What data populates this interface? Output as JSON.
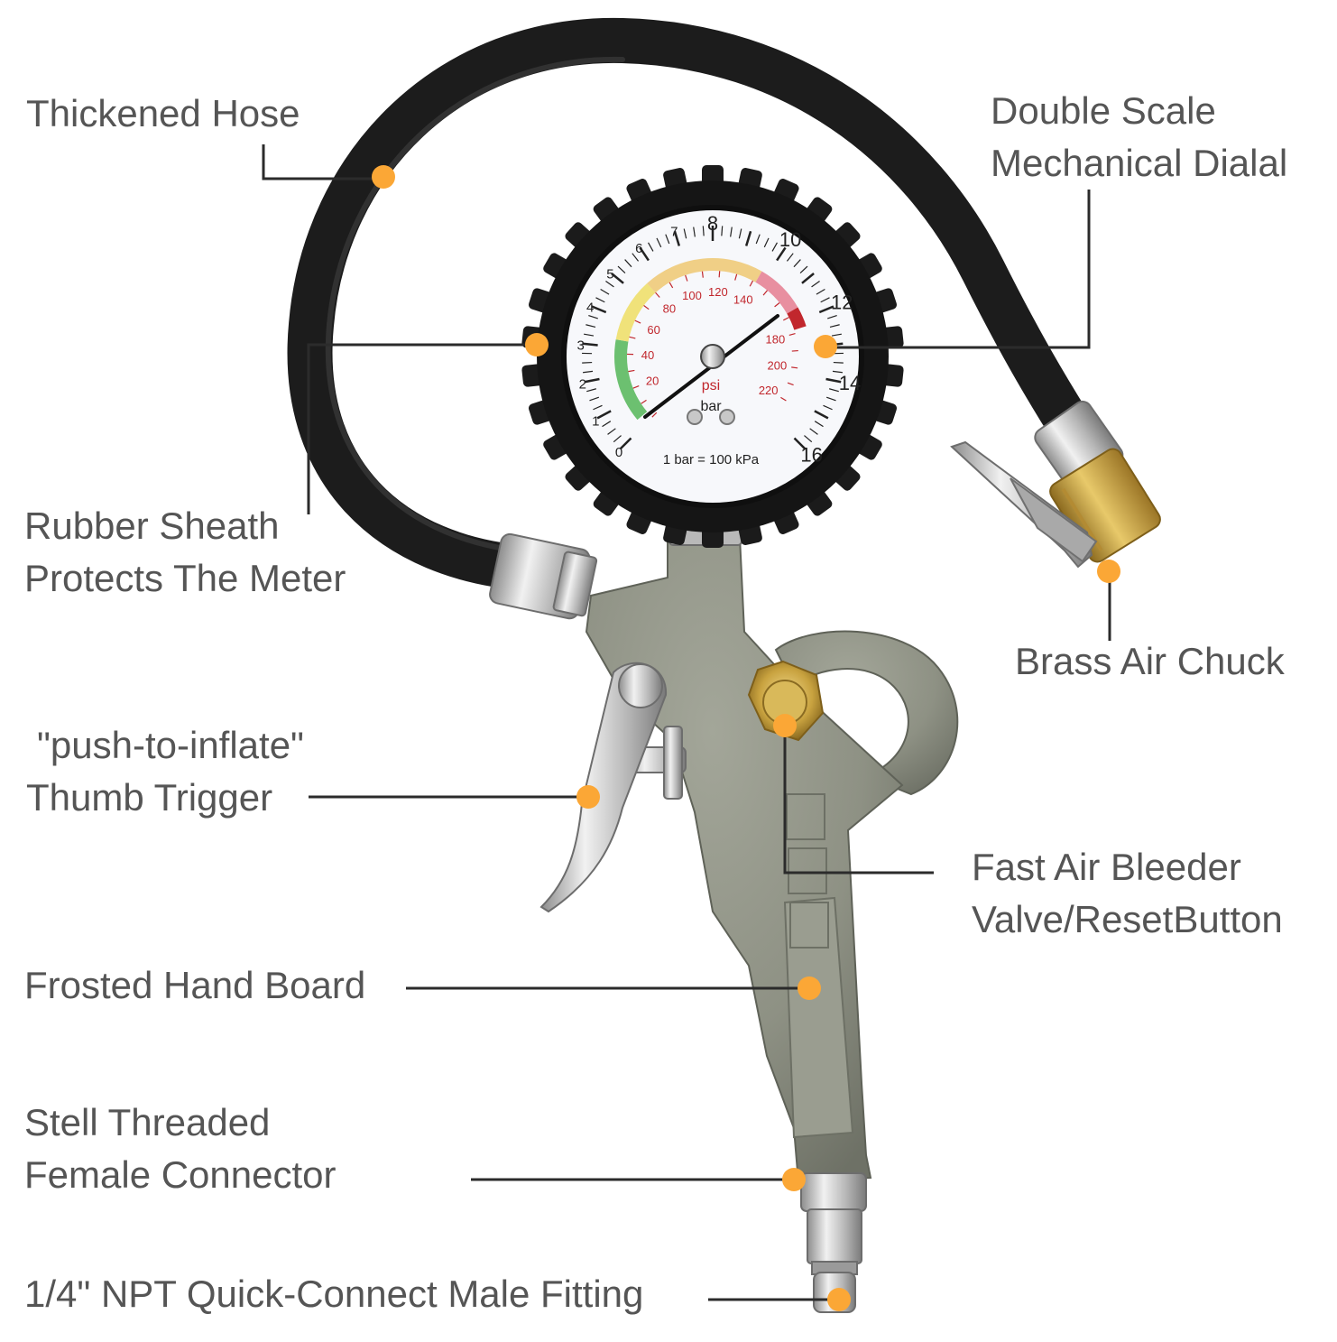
{
  "colors": {
    "dot": "#fba736",
    "leader": "#2b2b2b",
    "label_text": "#555555",
    "hose": "#1c1c1c",
    "body": "#8e9184",
    "brass": "#c8a23f",
    "chrome": "#c9c9c9",
    "gauge_face": "#f7f8fb"
  },
  "labels": {
    "thickened_hose": "Thickened Hose",
    "double_scale_1": "Double Scale",
    "double_scale_2": "Mechanical Dialal",
    "rubber_sheath_1": "Rubber Sheath",
    "rubber_sheath_2": "Protects The Meter",
    "brass_air_chuck": "Brass Air Chuck",
    "thumb_trigger_1": "\"push-to-inflate\"",
    "thumb_trigger_2": "Thumb Trigger",
    "bleeder_1": "Fast Air Bleeder",
    "bleeder_2": "Valve/ResetButton",
    "hand_board": "Frosted Hand Board",
    "connector_1": "Stell Threaded",
    "connector_2": "Female Connector",
    "fitting": "1/4\" NPT Quick-Connect Male Fitting"
  },
  "gauge": {
    "bar_ticks": [
      "0",
      "1",
      "2",
      "3",
      "4",
      "5",
      "6",
      "7",
      "8",
      "10",
      "12",
      "14",
      "16"
    ],
    "psi_ticks": [
      "20",
      "40",
      "60",
      "80",
      "100",
      "120",
      "140",
      "180",
      "200",
      "220"
    ],
    "unit_psi": "psi",
    "unit_bar": "bar",
    "conversion": "1 bar = 100 kPa"
  }
}
